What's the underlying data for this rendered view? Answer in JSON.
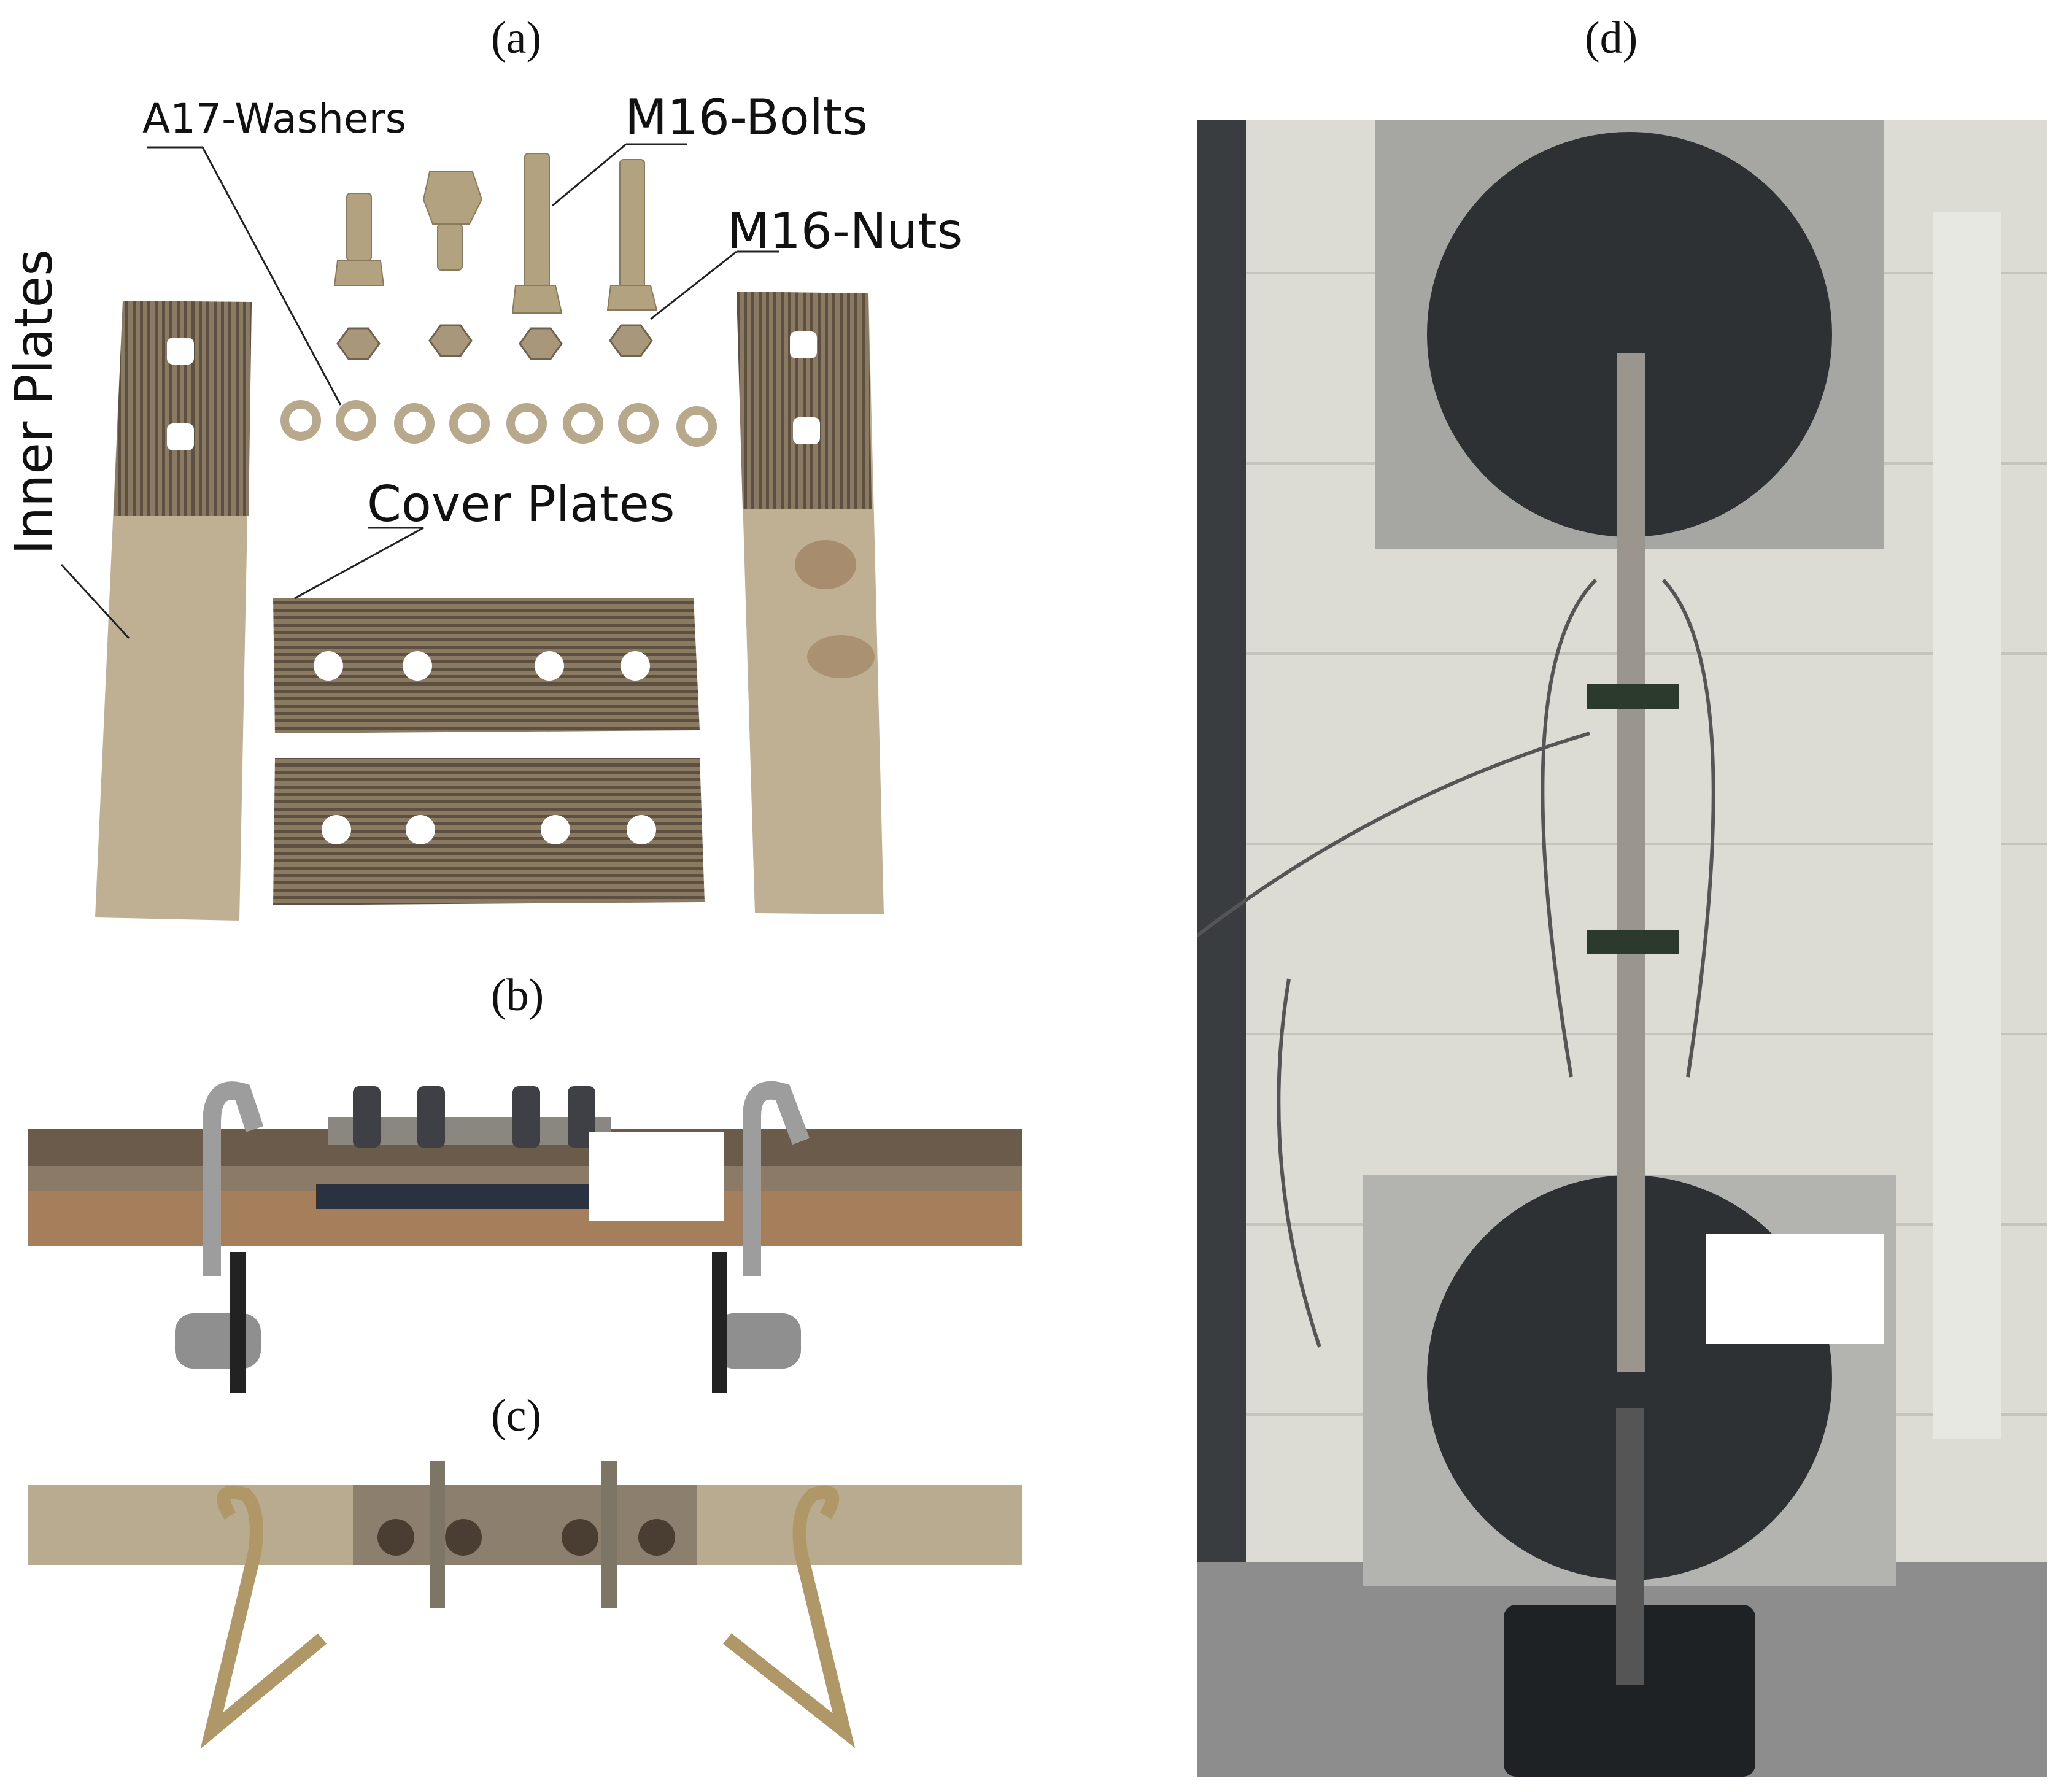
{
  "panels": {
    "a": "(a)",
    "b": "(b)",
    "c": "(c)",
    "d": "(d)"
  },
  "labels": {
    "washers": "A17-Washers",
    "bolts": "M16-Bolts",
    "nuts": "M16-Nuts",
    "inner_plates": "Inner Plates",
    "cover_plates": "Cover Plates"
  },
  "colors": {
    "steel_plate": "#b9ab90",
    "ribbed": "#7a6a55",
    "wall": "#dcdcd4",
    "machine": "#2b2e31",
    "frame": "#9a9a98"
  }
}
